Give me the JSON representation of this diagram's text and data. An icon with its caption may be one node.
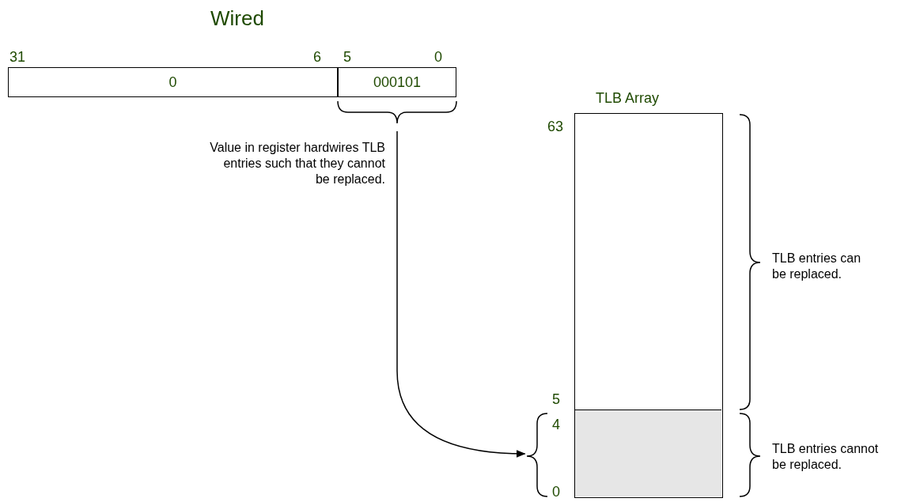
{
  "diagram": {
    "title": "Wired",
    "nodes": [
      {
        "text": [
          "0"
        ]
      },
      {
        "text": [
          "000101"
        ]
      },
      {
        "text": [
          "TLB Array"
        ]
      },
      {
        "text": [],
        "shape": "box",
        "in": 2
      },
      {
        "text": [],
        "shape": "box",
        "in": 2
      }
    ],
    "edges": [
      {
        "from": 1,
        "to": 4,
        "arrow": "to"
      }
    ],
    "labels": [
      "31",
      "6",
      "5",
      "0",
      "Value in register hardwires TLB entries such that they cannot be replaced.",
      "63",
      "TLB entries can be replaced.",
      "5",
      "4",
      "TLB entries cannot be replaced.",
      "0"
    ]
  }
}
